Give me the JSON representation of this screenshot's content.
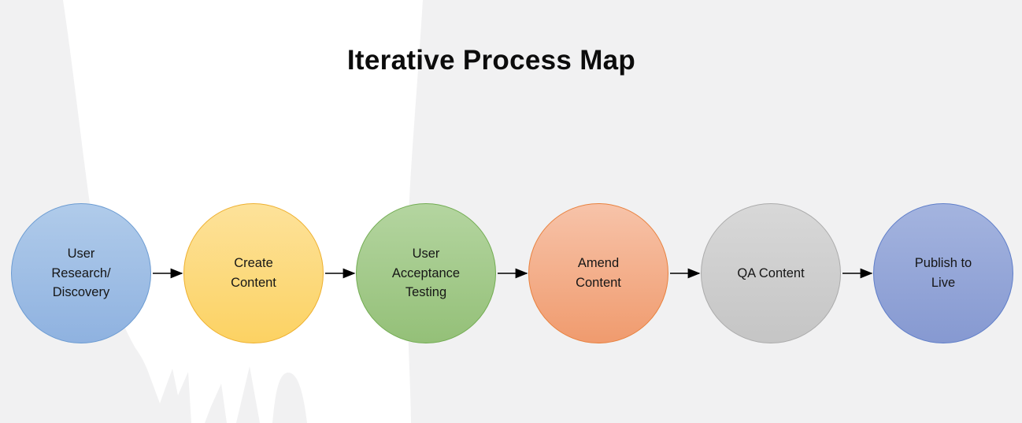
{
  "title": "Iterative Process Map",
  "background": {
    "base_color": "#f1f1f2",
    "splash_color": "#ffffff"
  },
  "diagram": {
    "type": "flow",
    "direction": "left-to-right",
    "connector_color": "#000000",
    "steps": [
      {
        "label": "User\nResearch/\nDiscovery",
        "fill_top": "#b0cbea",
        "fill_bottom": "#8fb2e0",
        "border": "#6b9bd2"
      },
      {
        "label": "Create\nContent",
        "fill_top": "#fde29a",
        "fill_bottom": "#fcd263",
        "border": "#eeb02f"
      },
      {
        "label": "User\nAcceptance\nTesting",
        "fill_top": "#b4d5a0",
        "fill_bottom": "#94c078",
        "border": "#72ac52"
      },
      {
        "label": "Amend\nContent",
        "fill_top": "#f7c3a9",
        "fill_bottom": "#f09b6e",
        "border": "#e8813e"
      },
      {
        "label": "QA Content",
        "fill_top": "#d8d8d8",
        "fill_bottom": "#c5c5c5",
        "border": "#ababab"
      },
      {
        "label": "Publish to\nLive",
        "fill_top": "#a4b4df",
        "fill_bottom": "#8699d1",
        "border": "#5f7ec9"
      }
    ]
  }
}
